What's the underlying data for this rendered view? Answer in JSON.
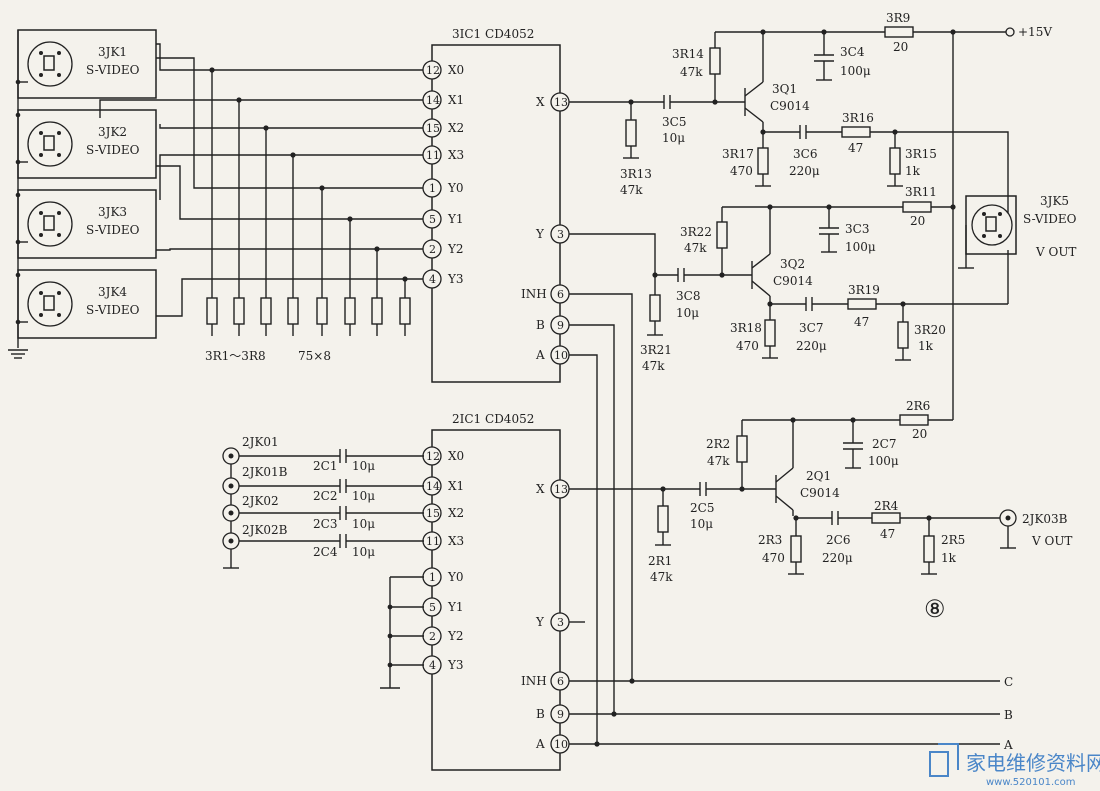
{
  "ic1": {
    "label": "3IC1 CD4052",
    "left_pins": [
      {
        "num": "12",
        "name": "X0"
      },
      {
        "num": "14",
        "name": "X1"
      },
      {
        "num": "15",
        "name": "X2"
      },
      {
        "num": "11",
        "name": "X3"
      },
      {
        "num": "1",
        "name": "Y0"
      },
      {
        "num": "5",
        "name": "Y1"
      },
      {
        "num": "2",
        "name": "Y2"
      },
      {
        "num": "4",
        "name": "Y3"
      }
    ],
    "right_pins": [
      {
        "num": "13",
        "name": "X"
      },
      {
        "num": "3",
        "name": "Y"
      },
      {
        "num": "6",
        "name": "INH"
      },
      {
        "num": "9",
        "name": "B"
      },
      {
        "num": "10",
        "name": "A"
      }
    ]
  },
  "ic2": {
    "label": "2IC1 CD4052",
    "left_pins": [
      {
        "num": "12",
        "name": "X0"
      },
      {
        "num": "14",
        "name": "X1"
      },
      {
        "num": "15",
        "name": "X2"
      },
      {
        "num": "11",
        "name": "X3"
      },
      {
        "num": "1",
        "name": "Y0"
      },
      {
        "num": "5",
        "name": "Y1"
      },
      {
        "num": "2",
        "name": "Y2"
      },
      {
        "num": "4",
        "name": "Y3"
      }
    ],
    "right_pins": [
      {
        "num": "13",
        "name": "X"
      },
      {
        "num": "3",
        "name": "Y"
      },
      {
        "num": "6",
        "name": "INH"
      },
      {
        "num": "9",
        "name": "B"
      },
      {
        "num": "10",
        "name": "A"
      }
    ]
  },
  "svideo_jacks": [
    {
      "name": "3JK1",
      "type": "S-VIDEO"
    },
    {
      "name": "3JK2",
      "type": "S-VIDEO"
    },
    {
      "name": "3JK3",
      "type": "S-VIDEO"
    },
    {
      "name": "3JK4",
      "type": "S-VIDEO"
    }
  ],
  "resistor_bank": {
    "label": "3R1～3R8",
    "value": "75×8"
  },
  "rca_inputs": [
    {
      "name": "2JK01",
      "cap": "2C1",
      "value": "10μ"
    },
    {
      "name": "2JK01B",
      "cap": "2C2",
      "value": "10μ"
    },
    {
      "name": "2JK02",
      "cap": "2C3",
      "value": "10μ"
    },
    {
      "name": "2JK02B",
      "cap": "2C4",
      "value": "10μ"
    }
  ],
  "components": {
    "r3r14": {
      "name": "3R14",
      "value": "47k"
    },
    "q3q1": {
      "name": "3Q1",
      "value": "C9014"
    },
    "c3c4": {
      "name": "3C4",
      "value": "100μ"
    },
    "r3r9": {
      "name": "3R9",
      "value": "20"
    },
    "supply": "+15V",
    "c3c5": {
      "name": "3C5",
      "value": "10μ"
    },
    "r3r13": {
      "name": "3R13",
      "value": "47k"
    },
    "r3r17": {
      "name": "3R17",
      "value": "470"
    },
    "c3c6": {
      "name": "3C6",
      "value": "220μ"
    },
    "r3r16": {
      "name": "3R16",
      "value": "47"
    },
    "r3r15": {
      "name": "3R15",
      "value": "1k"
    },
    "r3r22": {
      "name": "3R22",
      "value": "47k"
    },
    "c3c3": {
      "name": "3C3",
      "value": "100μ"
    },
    "r3r11": {
      "name": "3R11",
      "value": "20"
    },
    "jk5": {
      "name": "3JK5",
      "type": "S-VIDEO",
      "label": "V OUT"
    },
    "q3q2": {
      "name": "3Q2",
      "value": "C9014"
    },
    "c3c8": {
      "name": "3C8",
      "value": "10μ"
    },
    "r3r21": {
      "name": "3R21",
      "value": "47k"
    },
    "r3r18": {
      "name": "3R18",
      "value": "470"
    },
    "c3c7": {
      "name": "3C7",
      "value": "220μ"
    },
    "r3r19": {
      "name": "3R19",
      "value": "47"
    },
    "r3r20": {
      "name": "3R20",
      "value": "1k"
    },
    "r2r6": {
      "name": "2R6",
      "value": "20"
    },
    "r2r2": {
      "name": "2R2",
      "value": "47k"
    },
    "c2c7": {
      "name": "2C7",
      "value": "100μ"
    },
    "q2q1": {
      "name": "2Q1",
      "value": "C9014"
    },
    "c2c5": {
      "name": "2C5",
      "value": "10μ"
    },
    "r2r1": {
      "name": "2R1",
      "value": "47k"
    },
    "r2r3": {
      "name": "2R3",
      "value": "470"
    },
    "c2c6": {
      "name": "2C6",
      "value": "220μ"
    },
    "r2r4": {
      "name": "2R4",
      "value": "47"
    },
    "r2r5": {
      "name": "2R5",
      "value": "1k"
    },
    "jk03b": {
      "name": "2JK03B",
      "label": "V OUT"
    }
  },
  "bus_labels": {
    "c": "C",
    "b": "B",
    "a": "A"
  },
  "figure_number": "⑧",
  "watermark": {
    "title": "家电维修资料网",
    "url": "www.520101.com"
  }
}
